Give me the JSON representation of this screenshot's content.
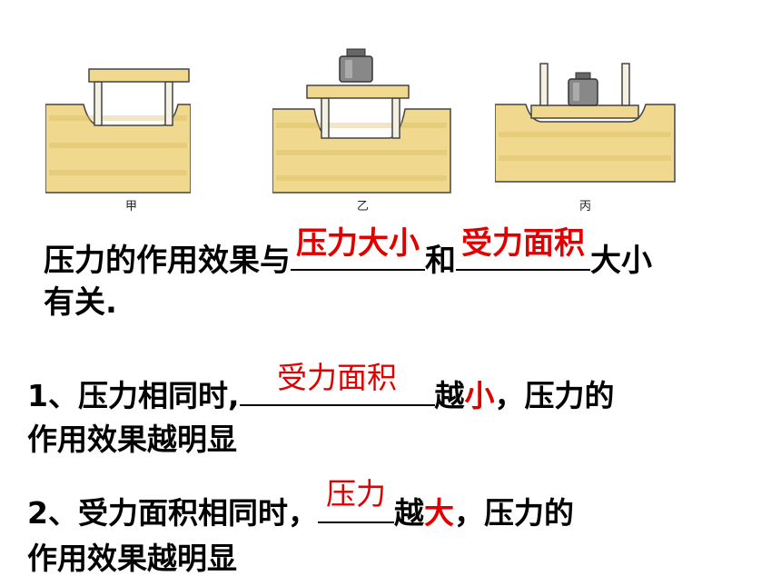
{
  "figures": {
    "jia_label": "甲",
    "yi_label": "乙",
    "bing_label": "丙"
  },
  "colors": {
    "sand": "#f0d98e",
    "sand_dark": "#d9b65c",
    "answer_red": "#e00000"
  },
  "statement": {
    "prefix": "压力的作用效果与",
    "answer1": "压力大小",
    "mid": "和",
    "answer2": "受力面积",
    "suffix": "大小",
    "line2": "有关."
  },
  "point1": {
    "prefix": "1、压力相同时,",
    "answer": "受力面积",
    "mid": "越",
    "highlight": "小",
    "suffix": "，压力的",
    "line2": "作用效果越明显"
  },
  "point2": {
    "prefix": "2、受力面积相同时，",
    "answer": "压力",
    "mid": "越",
    "highlight": "大",
    "suffix": "，压力的",
    "line2": "作用效果越明显"
  }
}
